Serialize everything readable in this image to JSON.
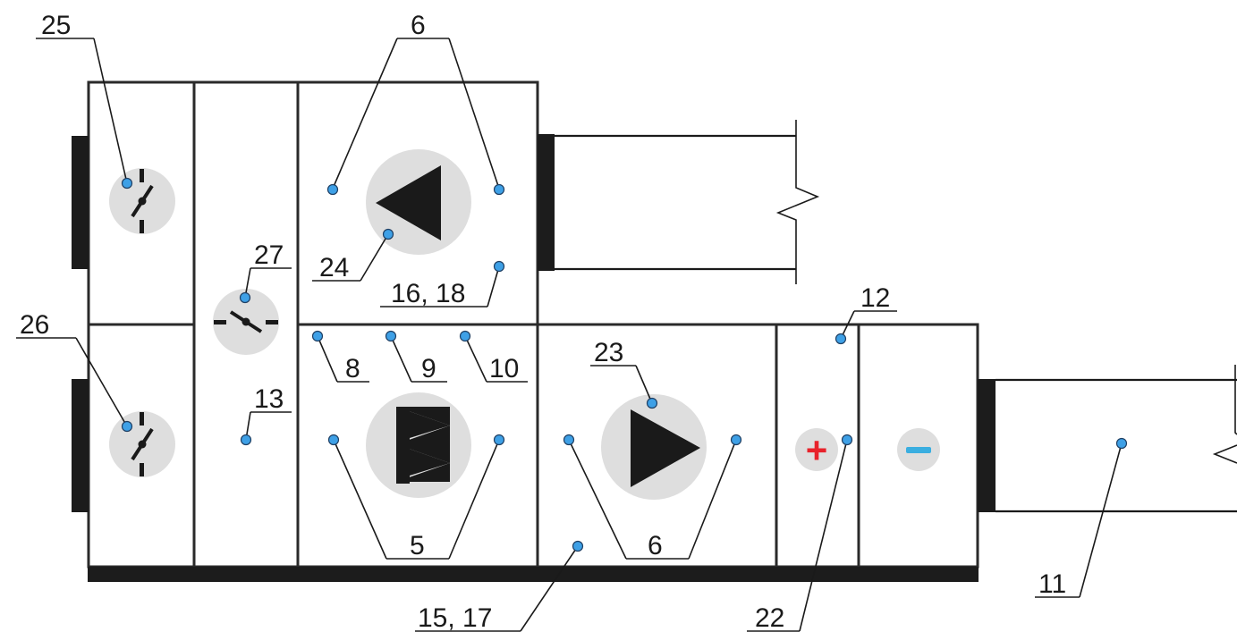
{
  "diagram": {
    "labels": {
      "l25": "25",
      "l6_top": "6",
      "l27": "27",
      "l24": "24",
      "l16_18": "16, 18",
      "l26": "26",
      "l13": "13",
      "l8": "8",
      "l9": "9",
      "l10": "10",
      "l23": "23",
      "l12": "12",
      "l5": "5",
      "l6_bottom": "6",
      "l15_17": "15, 17",
      "l22": "22",
      "l11": "11"
    },
    "symbols": {
      "heater": "+",
      "cooler": "−"
    },
    "colors": {
      "sensor_point": "#3ea0e6",
      "heater_sign": "#e8222b",
      "cooler_sign": "#3aaee0",
      "component_disc": "#dedede"
    }
  }
}
